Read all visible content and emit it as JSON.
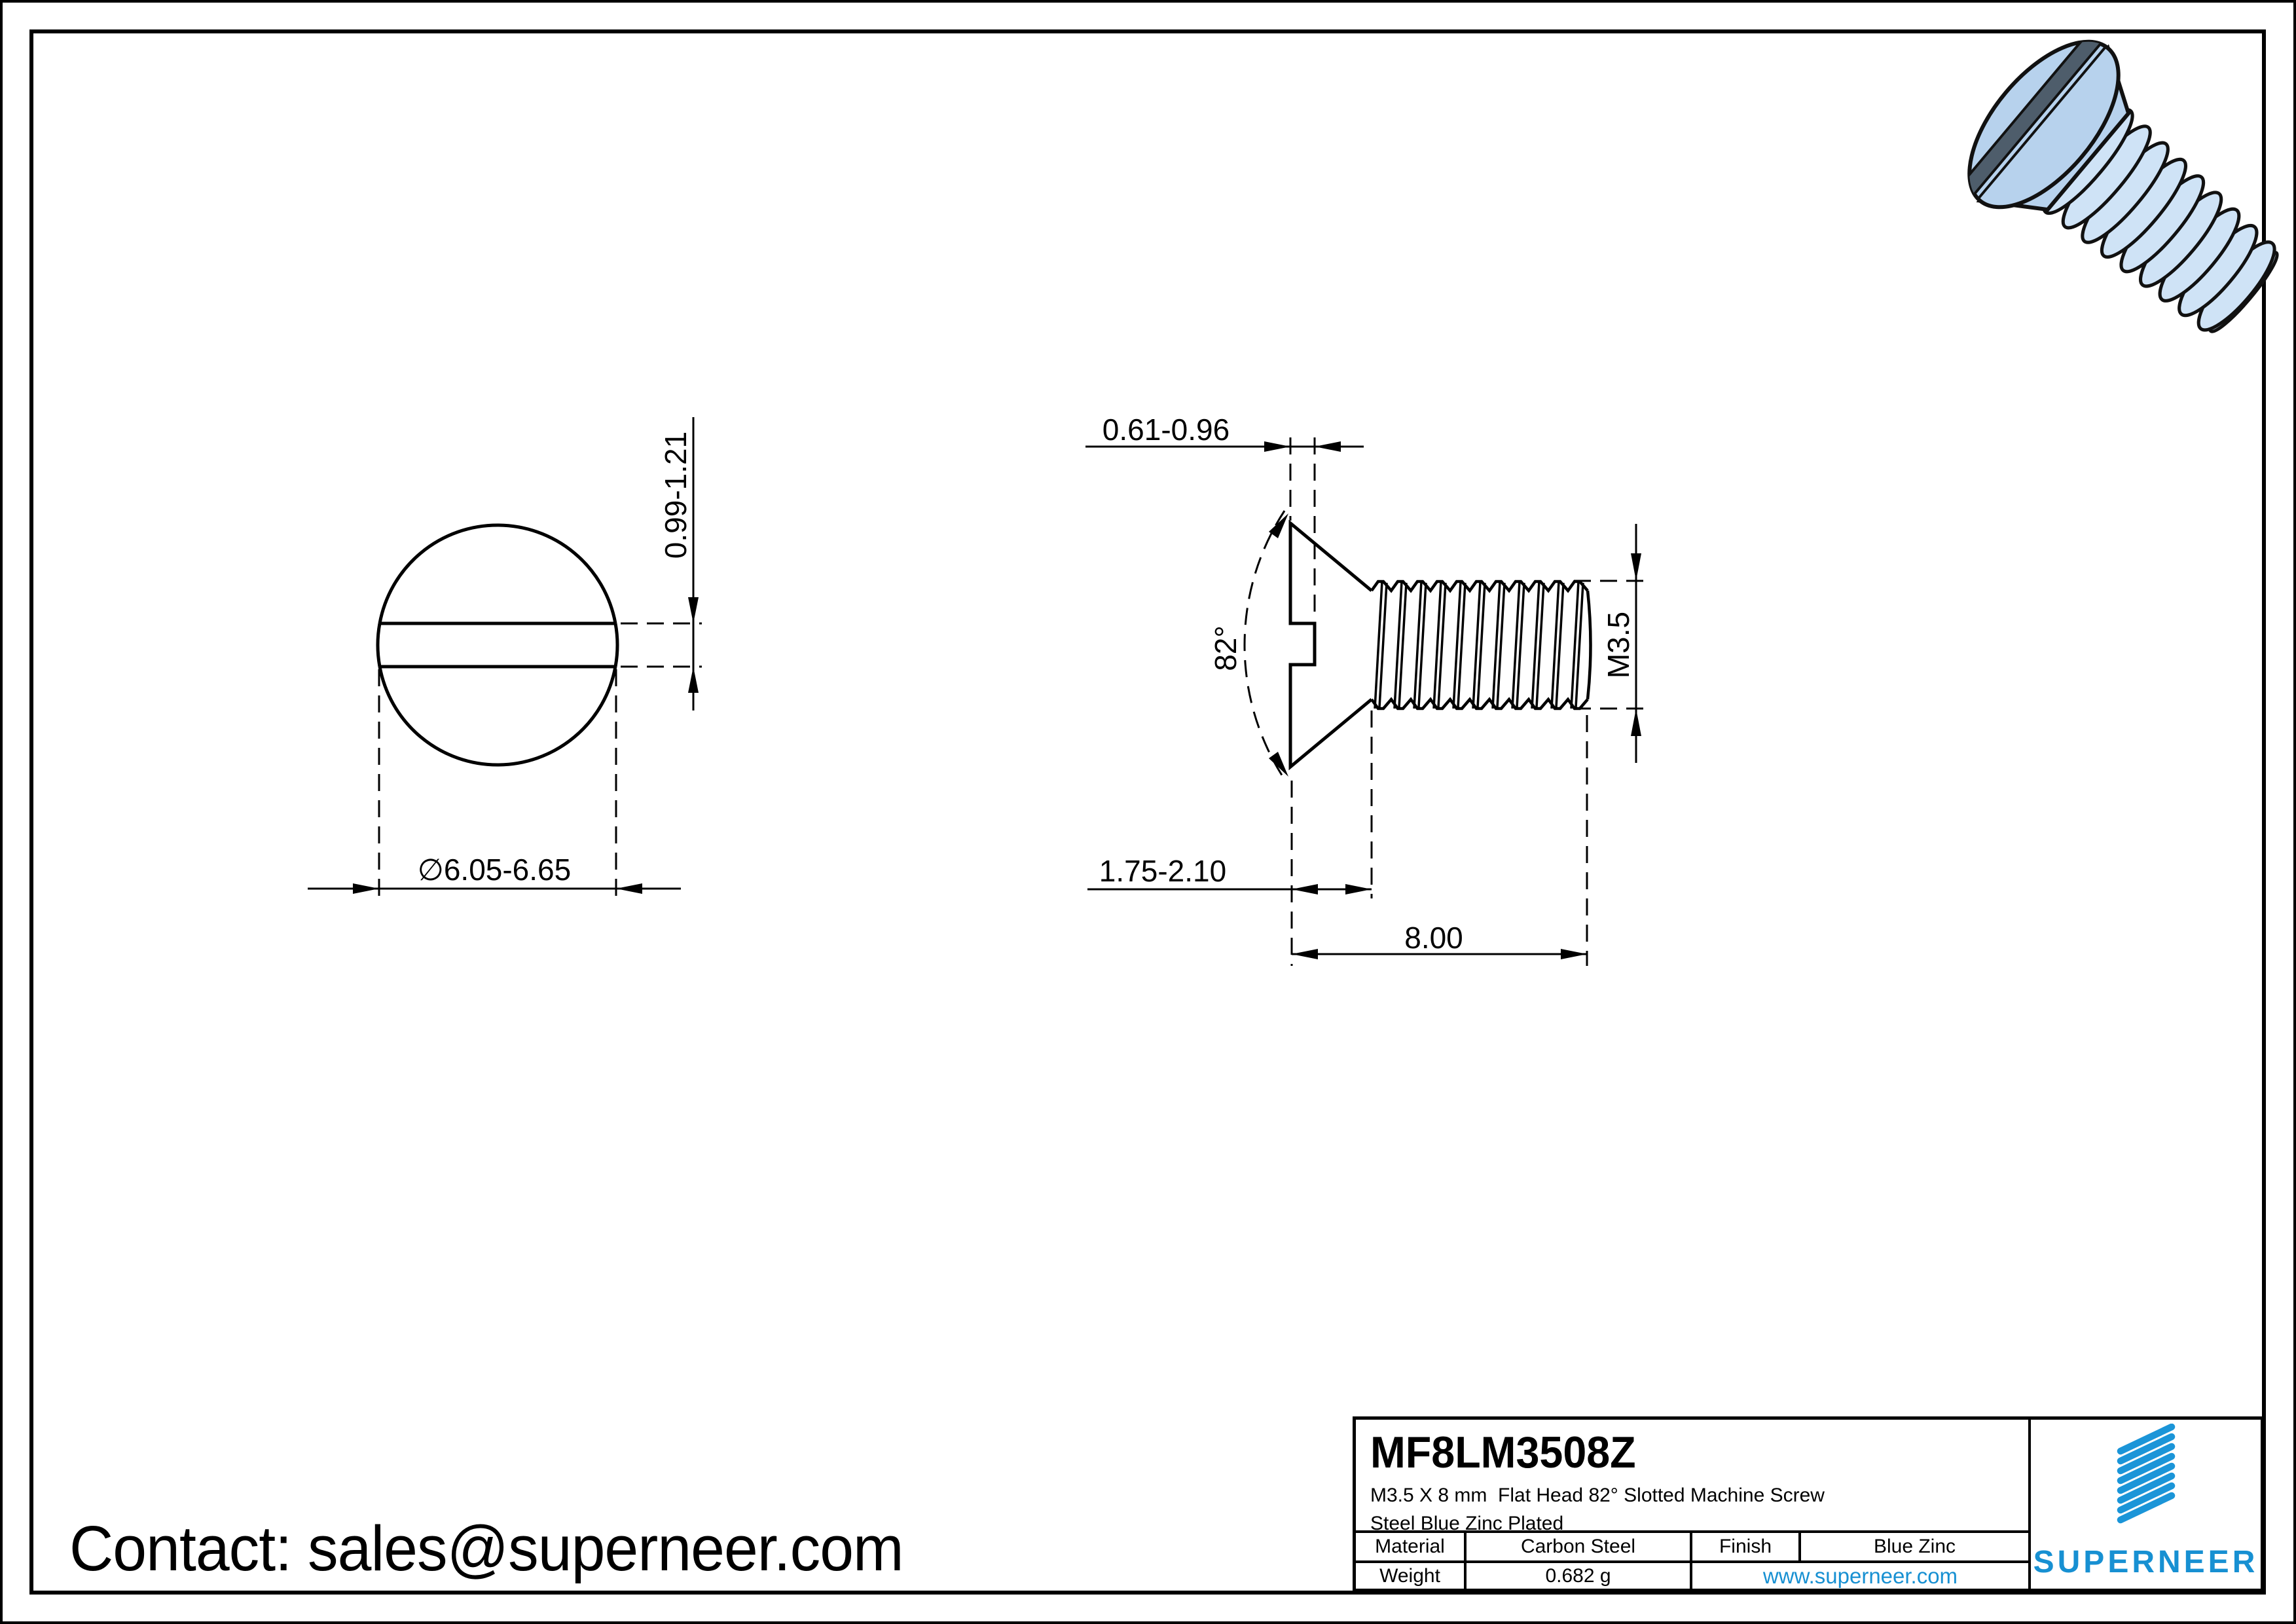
{
  "accent": "#1790d2",
  "slot_dark": "#4e5d6b",
  "screw_body_blue": "#b7d2ed",
  "screw_thread_blue": "#cfe3f6",
  "contact": {
    "text": "Contact: sales@superneer.com"
  },
  "views": {
    "front": {
      "slot_width": "0.99-1.21",
      "head_diameter": "∅6.05-6.65"
    },
    "side": {
      "slot_depth_range": "0.61-0.96",
      "countersink_angle": "82°",
      "thread_size": "M3.5",
      "head_height_range": "1.75-2.10",
      "length": "8.00"
    }
  },
  "title_block": {
    "part_number": "MF8LM3508Z",
    "description_line1": "M3.5 X 8 mm  Flat Head 82° Slotted Machine Screw",
    "description_line2": "Steel Blue Zinc Plated",
    "material_label": "Material",
    "material_value": "Carbon Steel",
    "finish_label": "Finish",
    "finish_value": "Blue Zinc",
    "weight_label": "Weight",
    "weight_value": "0.682 g",
    "website": "www.superneer.com",
    "brand": "SUPERNEER"
  }
}
